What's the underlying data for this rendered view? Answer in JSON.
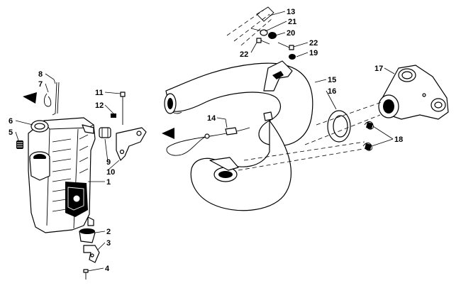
{
  "callouts": {
    "c1": "1",
    "c2": "2",
    "c3": "3",
    "c4": "4",
    "c5": "5",
    "c6": "6",
    "c7": "7",
    "c8": "8",
    "c9": "9",
    "c10": "10",
    "c11": "11",
    "c12": "12",
    "c13": "13",
    "c14": "14",
    "c15": "15",
    "c16": "16",
    "c17": "17",
    "c18": "18",
    "c19": "19",
    "c20": "20",
    "c21": "21",
    "c22a": "22",
    "c22b": "22"
  },
  "colors": {
    "line": "#000000",
    "background": "#ffffff"
  }
}
